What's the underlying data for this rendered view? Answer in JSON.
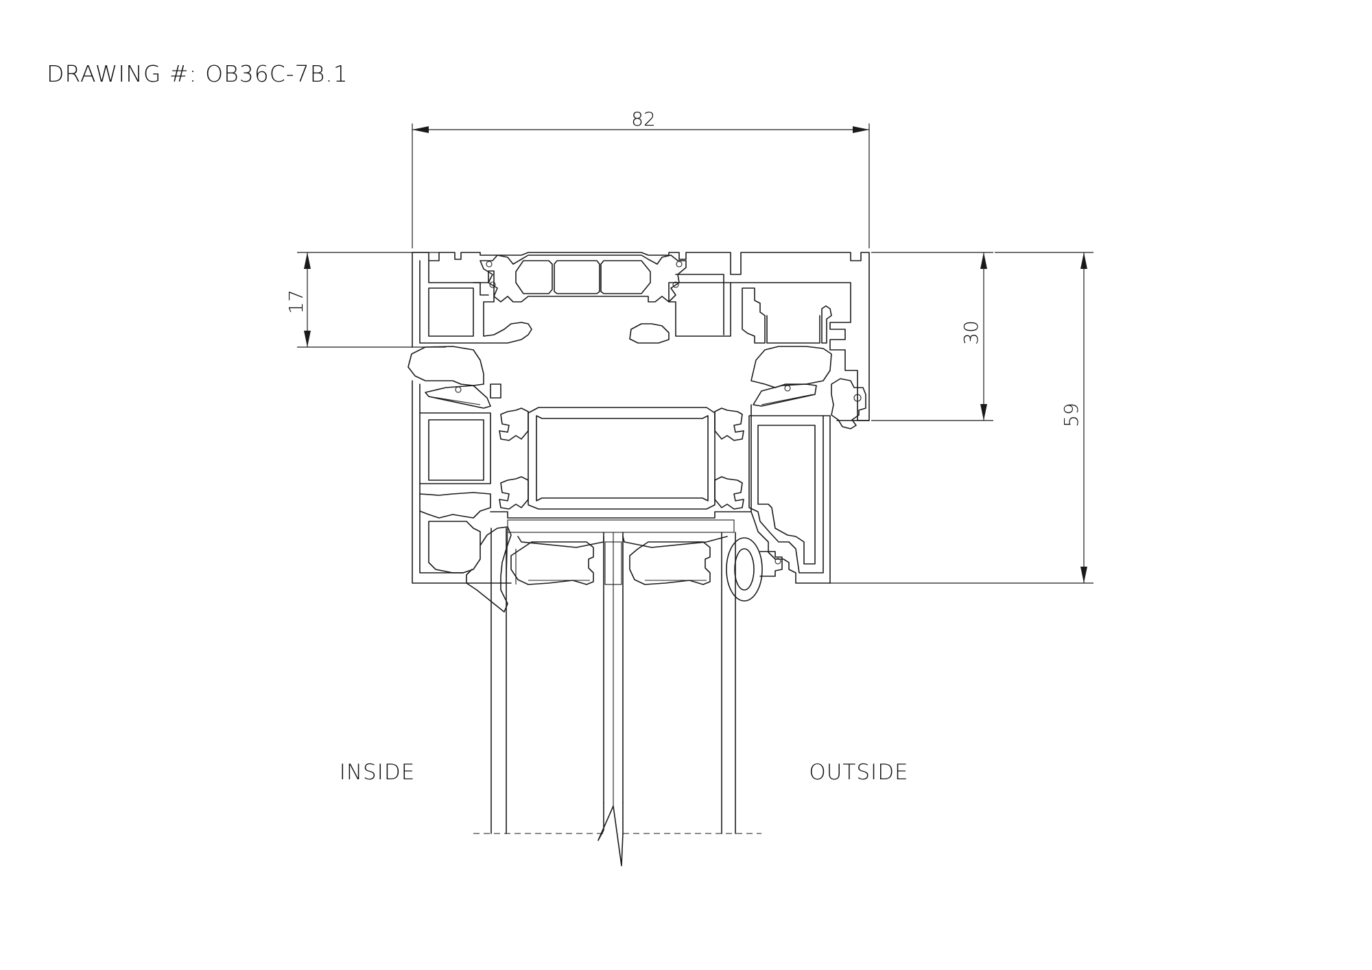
{
  "drawing": {
    "label": "DRAWING #:",
    "number": "OB36C-7B.1"
  },
  "dimensions": {
    "overall_width": "82",
    "top_depth": "17",
    "outer_frame_height": "30",
    "overall_height": "59"
  },
  "labels": {
    "inside": "INSIDE",
    "outside": "OUTSIDE"
  }
}
